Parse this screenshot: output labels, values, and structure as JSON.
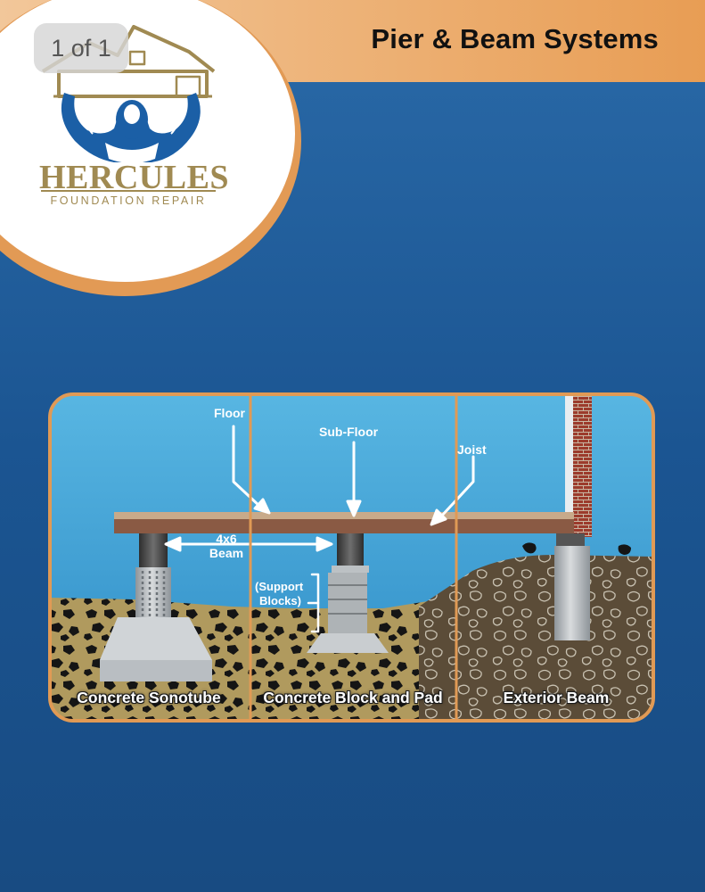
{
  "header": {
    "title": "Pier & Beam Systems",
    "page_counter": "1 of 1"
  },
  "logo": {
    "name": "HERCULES",
    "tagline": "FOUNDATION REPAIR"
  },
  "diagram": {
    "labels": {
      "floor": "Floor",
      "sub_floor": "Sub-Floor",
      "joist": "Joist",
      "beam_line1": "4x6",
      "beam_line2": "Beam",
      "support_line1": "(Support",
      "support_line2": "Blocks)"
    },
    "panels": [
      {
        "caption": "Concrete Sonotube"
      },
      {
        "caption": "Concrete Block and Pad"
      },
      {
        "caption": "Exterior Beam"
      }
    ]
  },
  "colors": {
    "header_orange": "#e8a05a",
    "background_blue": "#1c5691",
    "sky_blue": "#4aa6d8",
    "floor_brown": "#8a5a44",
    "soil_tan": "#b09a5e",
    "soil_dark": "#5e4f3a",
    "logo_gold": "#a08a52",
    "logo_blue": "#1b5fa6"
  }
}
